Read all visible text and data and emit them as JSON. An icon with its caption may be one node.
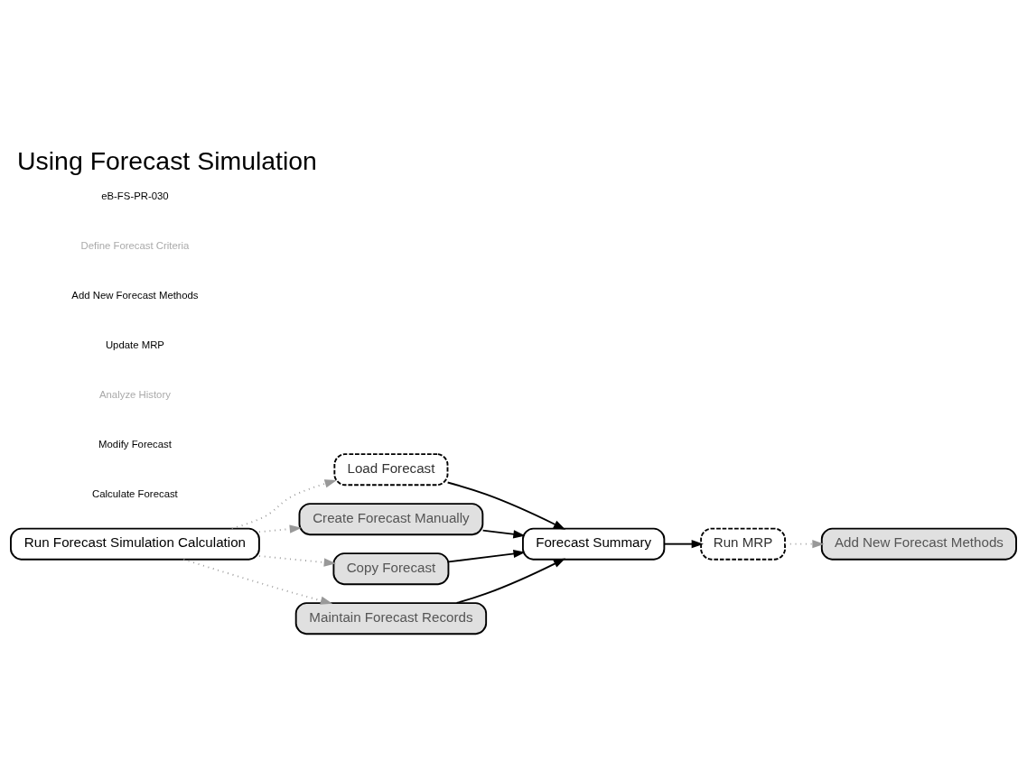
{
  "diagram": {
    "title": "Using Forecast Simulation",
    "nodes": [
      {
        "text": [
          "Run Forecast Simulation Calculation"
        ]
      },
      {
        "text": [
          "Load Forecast"
        ]
      },
      {
        "text": [
          "Create Forecast Manually"
        ]
      },
      {
        "text": [
          "Copy Forecast"
        ]
      },
      {
        "text": [
          "Maintain Forecast Records"
        ]
      },
      {
        "text": [
          "Forecast Summary"
        ]
      },
      {
        "text": [
          "Run MRP"
        ]
      },
      {
        "text": [
          "Add New Forecast Methods"
        ]
      }
    ],
    "edges": [
      {
        "from": 0,
        "to": 1,
        "arrow": "to",
        "style": "dashed",
        "color": "#999999"
      },
      {
        "from": 0,
        "to": 2,
        "arrow": "to",
        "style": "dashed",
        "color": "#999999"
      },
      {
        "from": 0,
        "to": 3,
        "arrow": "to",
        "style": "dashed",
        "color": "#999999"
      },
      {
        "from": 0,
        "to": 4,
        "arrow": "to",
        "style": "dashed",
        "color": "#999999"
      },
      {
        "from": 1,
        "to": 5,
        "arrow": "to",
        "color": "#000000"
      },
      {
        "from": 2,
        "to": 5,
        "arrow": "to",
        "color": "#000000"
      },
      {
        "from": 3,
        "to": 5,
        "arrow": "to",
        "color": "#000000"
      },
      {
        "from": 4,
        "to": 5,
        "arrow": "to",
        "color": "#000000"
      },
      {
        "from": 5,
        "to": 6,
        "arrow": "to",
        "color": "#000000"
      },
      {
        "from": 6,
        "to": 7,
        "arrow": "to",
        "style": "dashed",
        "color": "#999999"
      }
    ],
    "labels": [
      "Calculate Forecast",
      "Modify Forecast",
      "Analyze History",
      "Update MRP",
      "Add New Forecast Methods",
      "Define Forecast Criteria",
      "eB-FS-PR-030"
    ]
  }
}
